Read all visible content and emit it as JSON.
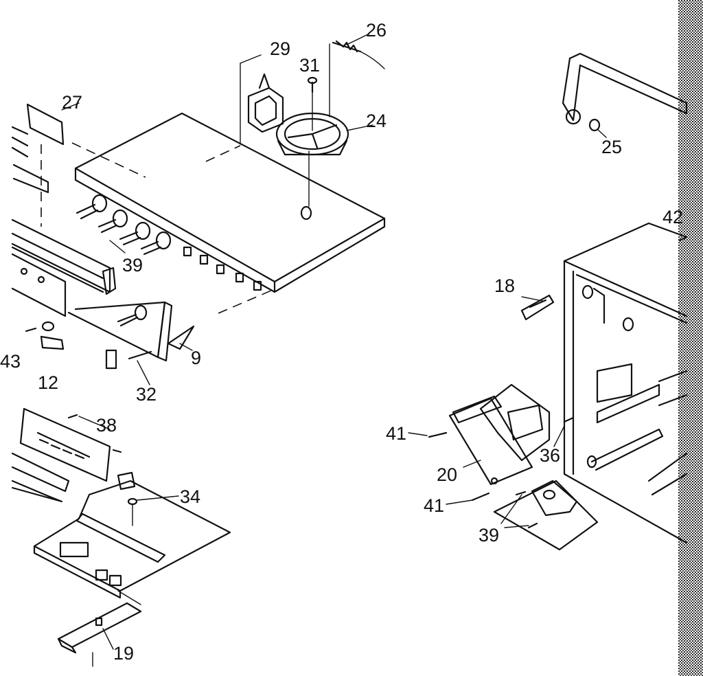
{
  "labels": {
    "l26": "26",
    "l29": "29",
    "l31": "31",
    "l27": "27",
    "l24": "24",
    "l25": "25",
    "l42": "42",
    "l39a": "39",
    "l18": "18",
    "l9": "9",
    "l43": "43",
    "l12": "12",
    "l32": "32",
    "l38": "38",
    "l34": "34",
    "l41a": "41",
    "l36": "36",
    "l20": "20",
    "l41b": "41",
    "l39b": "39",
    "l19": "19"
  },
  "colors": {
    "ink": "#111111",
    "paper": "#ffffff"
  }
}
